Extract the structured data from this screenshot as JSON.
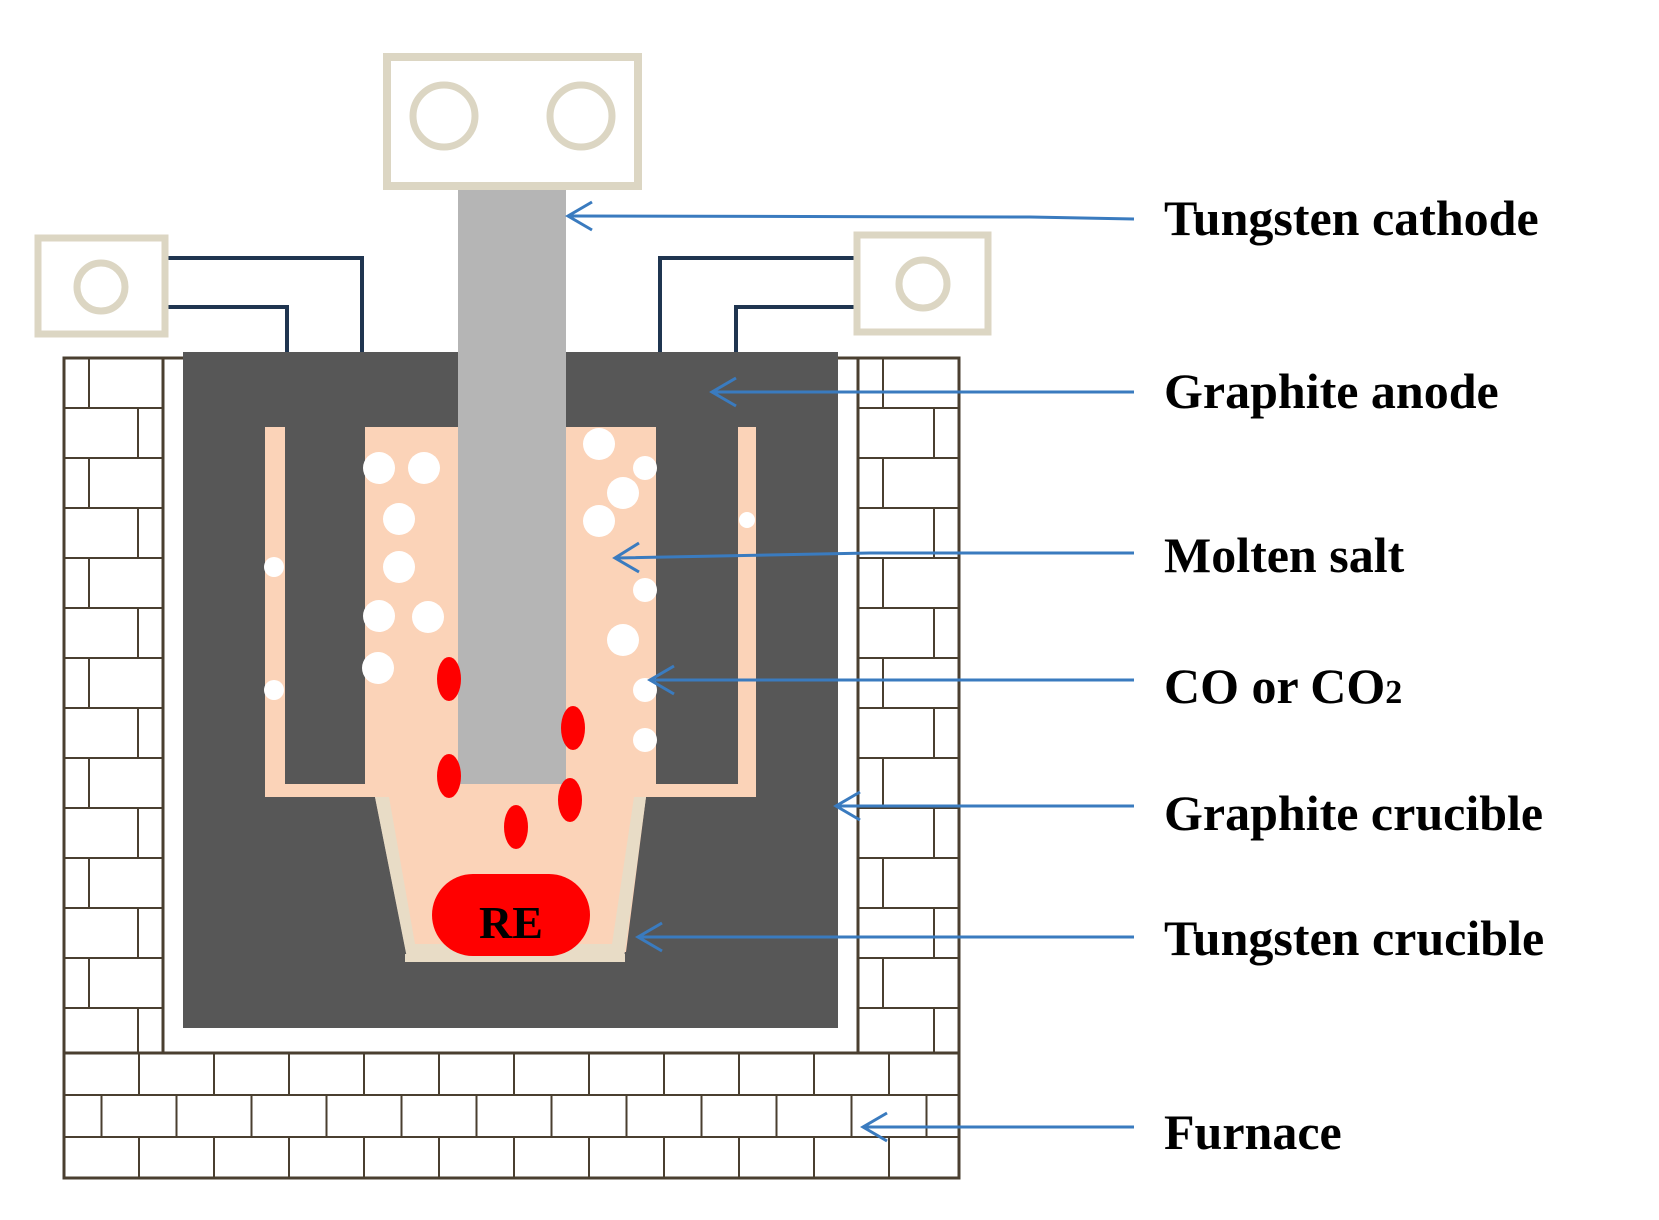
{
  "colors": {
    "furnace_border": "#4a3f30",
    "terminal_border": "#dcd6c3",
    "graphite": "#575757",
    "tungsten_cathode": "#b5b5b5",
    "molten_salt": "#fbd3b8",
    "tungsten_crucible": "#e8dcc6",
    "rare_earth": "#ff0000",
    "bubble": "#ffffff",
    "wire": "#1f3550",
    "arrow": "#3a7bbf"
  },
  "labels": {
    "tungsten_cathode": "Tungsten cathode",
    "graphite_anode": "Graphite anode",
    "molten_salt": "Molten salt",
    "co_or": "CO or CO",
    "co2_sub": "2",
    "graphite_crucible": "Graphite crucible",
    "tungsten_crucible": "Tungsten crucible",
    "furnace": "Furnace",
    "re": "RE"
  }
}
